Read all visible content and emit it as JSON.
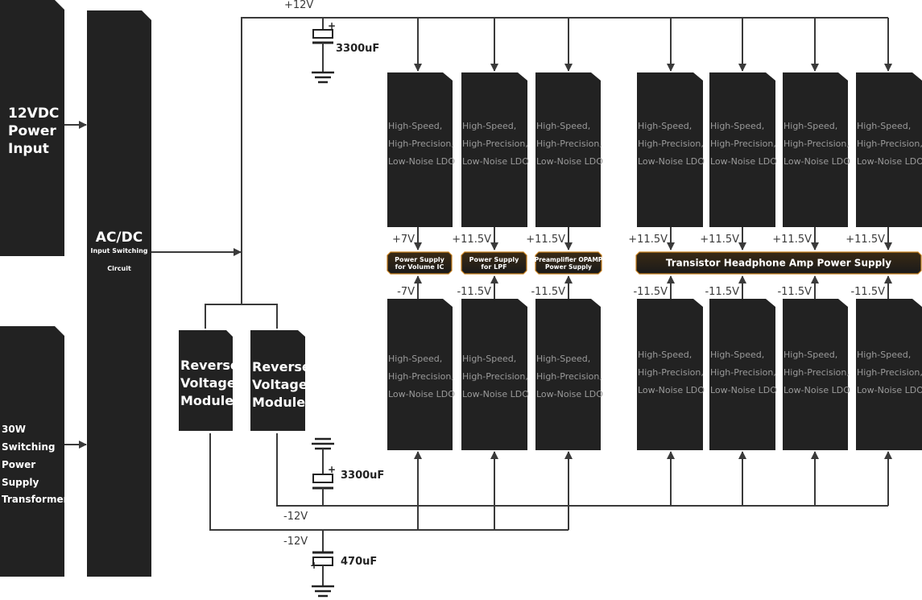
{
  "inputs": {
    "dc_input_label": [
      "12VDC",
      "Power",
      "Input"
    ],
    "transformer_label": [
      "30W",
      "Switching",
      "Power",
      "Supply",
      "Transformer"
    ]
  },
  "acdc": {
    "title": "AC/DC",
    "subtitle_1": "Input Switching",
    "subtitle_2": "Circuit"
  },
  "reverse_module": {
    "label": [
      "Reverse",
      "Voltage",
      "Module"
    ]
  },
  "rails": {
    "pos_12v": "+12V",
    "neg_12v_a": "-12V",
    "neg_12v_b": "-12V"
  },
  "capacitors": {
    "cap_top": "3300uF",
    "cap_mid": "3300uF",
    "cap_bottom": "470uF"
  },
  "ldo_text": [
    "High-Speed,",
    "High-Precision,",
    "Low-Noise LDO"
  ],
  "channels": [
    {
      "pos": "+7V",
      "neg": "-7V"
    },
    {
      "pos": "+11.5V",
      "neg": "-11.5V"
    },
    {
      "pos": "+11.5V",
      "neg": "-11.5V"
    },
    {
      "pos": "+11.5V",
      "neg": "-11.5V"
    },
    {
      "pos": "+11.5V",
      "neg": "-11.5V"
    },
    {
      "pos": "+11.5V",
      "neg": "-11.5V"
    },
    {
      "pos": "+11.5V",
      "neg": "-11.5V"
    }
  ],
  "supplies": {
    "volume_ic": [
      "Power Supply",
      "for Volume IC"
    ],
    "lpf": [
      "Power Supply",
      "for LPF"
    ],
    "preamp": [
      "Preamplifier OPAMP",
      "Power Supply"
    ],
    "headphone": "Transistor Headphone Amp Power Supply"
  },
  "colors": {
    "block": "#222222",
    "wire": "#3a3a3a",
    "accent": "#c8801e",
    "ldo_text": "#9a9a9a"
  }
}
